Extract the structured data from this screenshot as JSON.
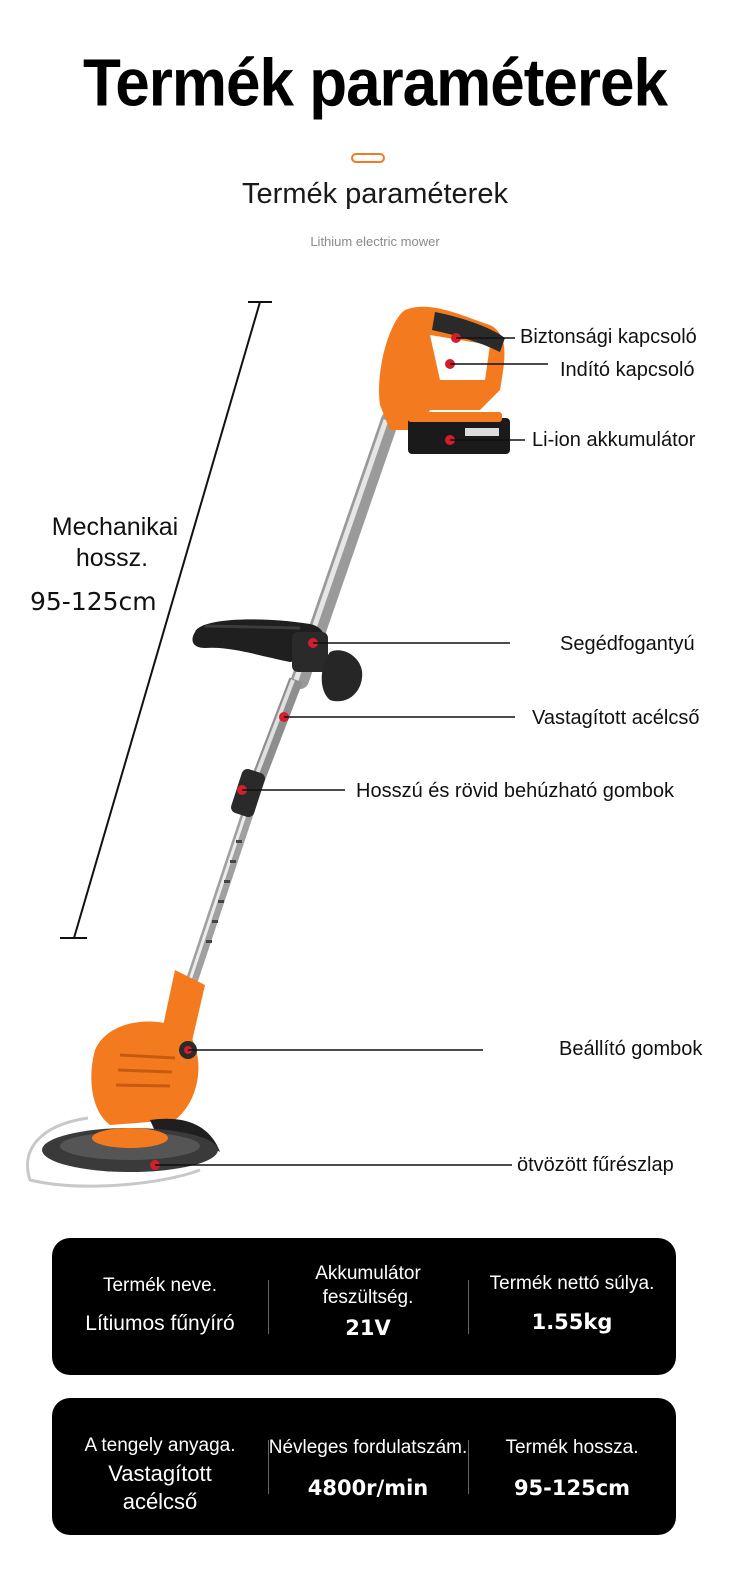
{
  "header": {
    "title": "Termék paraméterek",
    "subtitle": "Termék paraméterek",
    "caption": "Lithium electric mower"
  },
  "colors": {
    "accent": "#f07a2a",
    "tool_orange": "#f47a20",
    "card_bg": "#000000"
  },
  "length_annotation": {
    "line1": "Mechanikai",
    "line2": "hossz.",
    "line3": "95-125cm"
  },
  "callouts": [
    "Biztonsági kapcsoló",
    "Indító kapcsoló",
    "Li-ion akkumulátor",
    "Segédfogantyú",
    "Vastagított acélcső",
    "Hosszú és rövid behúzható gombok",
    "Beállító gombok",
    "ötvözött fűrészlap"
  ],
  "specs": [
    [
      {
        "label": "Termék neve.",
        "value": "Lítiumos fűnyíró"
      },
      {
        "label": "Akkumulátor feszültség.",
        "value": "21V"
      },
      {
        "label": "Termék nettó súlya.",
        "value": "1.55kg"
      }
    ],
    [
      {
        "label": "A tengely anyaga.",
        "value": "Vastagított acélcső"
      },
      {
        "label": "Névleges fordulatszám.",
        "value": "4800r/min"
      },
      {
        "label": "Termék hossza.",
        "value": "95-125cm"
      }
    ]
  ]
}
